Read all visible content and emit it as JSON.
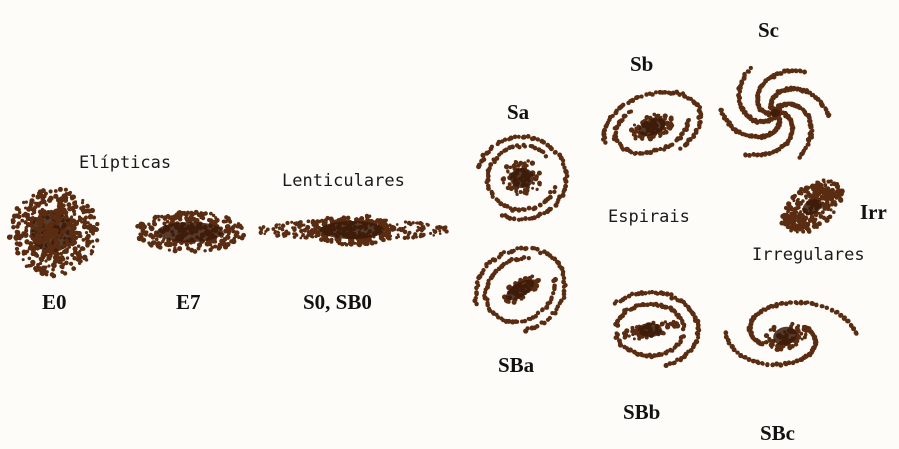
{
  "colors": {
    "background": "#fdfcf8",
    "galaxy": "#5a2d12",
    "galaxy_core": "#3a1a08",
    "text": "#111111"
  },
  "categories": {
    "elliptical": "Elípticas",
    "lenticular": "Lenticulares",
    "spiral": "Espirais",
    "irregular": "Irregulares"
  },
  "labels": {
    "e0": "E0",
    "e7": "E7",
    "s0": "S0, SB0",
    "sa": "Sa",
    "sb": "Sb",
    "sc": "Sc",
    "sba": "SBa",
    "sbb": "SBb",
    "sbc": "SBc",
    "irr": "Irr"
  }
}
